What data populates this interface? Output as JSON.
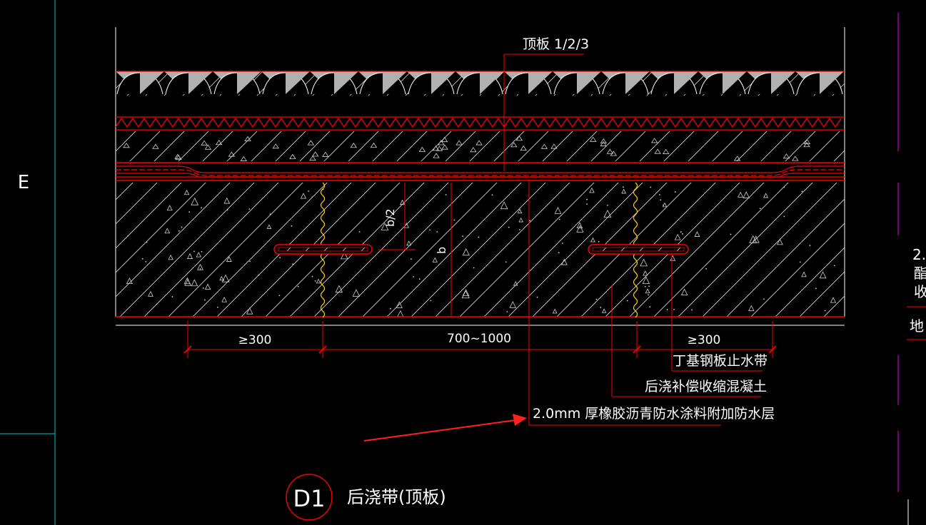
{
  "drawing": {
    "grid_label": "E",
    "top_label": "顶板 1/2/3",
    "dim_left": "≥300",
    "dim_middle": "700~1000",
    "dim_right": "≥300",
    "label_waterstop": "丁基钢板止水带",
    "label_concrete": "后浇补偿收缩混凝土",
    "label_coating": "2.0mm 厚橡胶沥青防水涂料附加防水层",
    "dim_half_b": "b/2",
    "dim_b": "b",
    "detail_id": "D1",
    "detail_title": "后浇带(顶板)",
    "side_text": [
      "2.",
      "酯",
      "收",
      "地"
    ]
  },
  "colors": {
    "background": "#000000",
    "outline": "#ff0000",
    "hatch": "#ffffff",
    "text": "#ffffff",
    "frame": "#00c8c8",
    "magenta": "#c000c0",
    "arrow": "#ff2020"
  }
}
